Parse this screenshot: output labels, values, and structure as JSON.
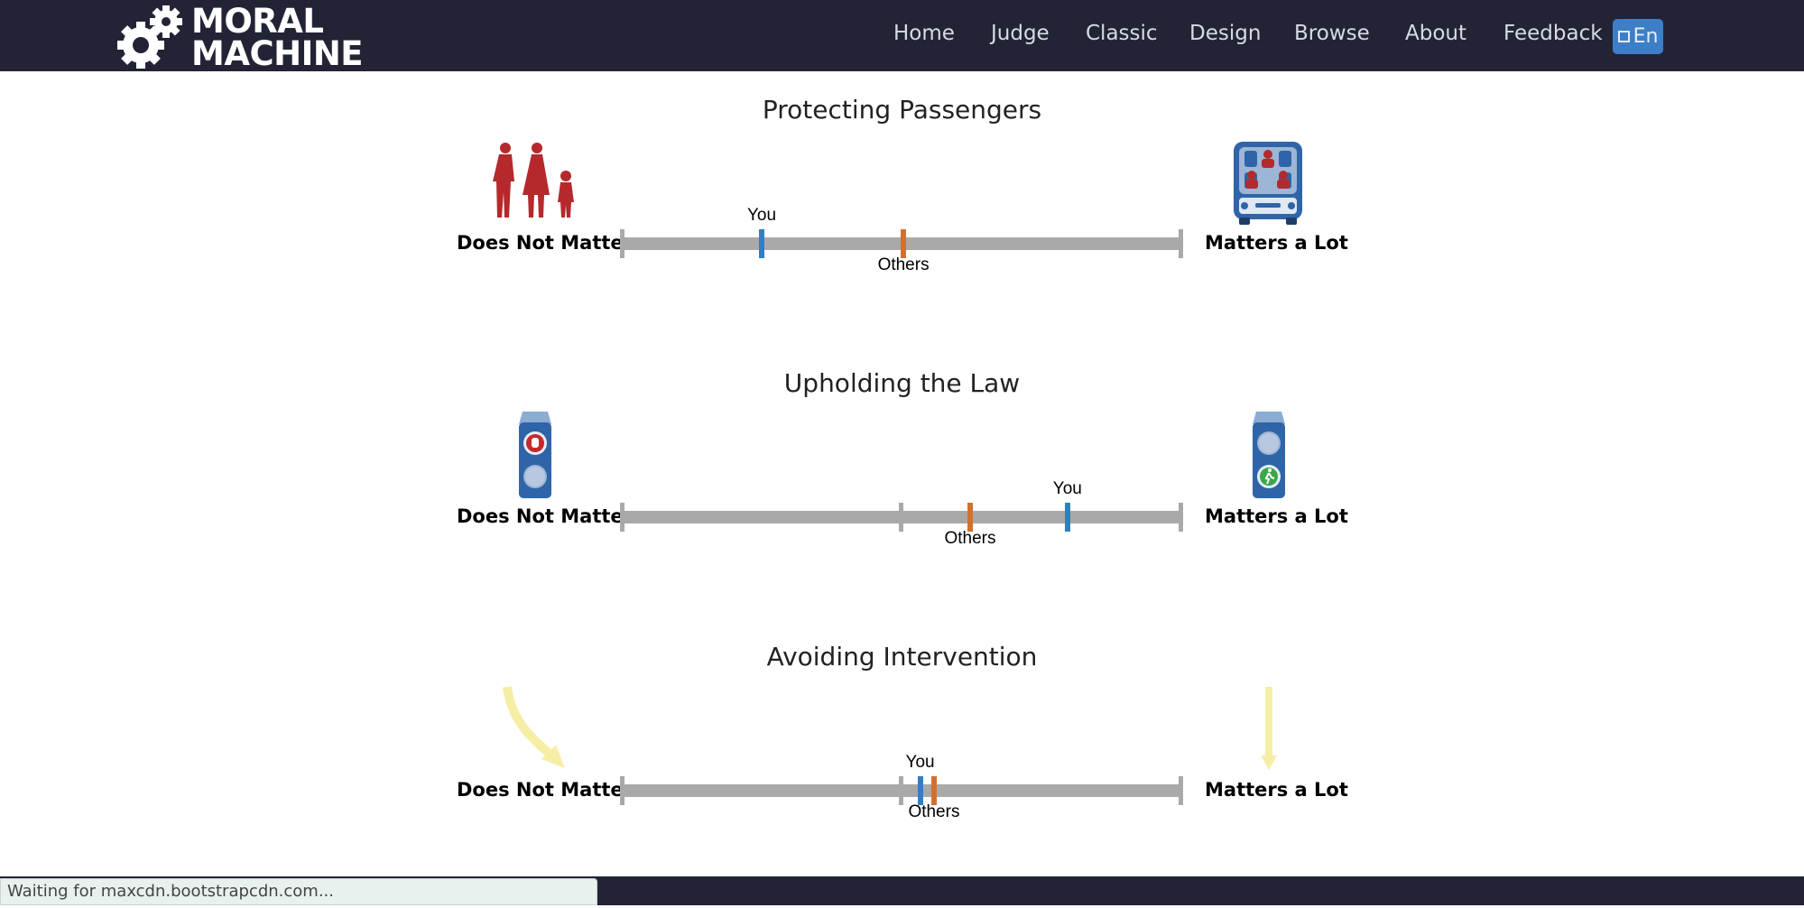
{
  "navbar": {
    "brand_line1": "MORAL",
    "brand_line2": "MACHINE",
    "links": [
      "Home",
      "Judge",
      "Classic",
      "Design",
      "Browse",
      "About",
      "Feedback"
    ],
    "language": "En"
  },
  "sections": [
    {
      "title": "Protecting Passengers",
      "left_label": "Does Not Matter",
      "right_label": "Matters a Lot",
      "you_label": "You",
      "others_label": "Others",
      "you_value": 0.25,
      "others_value": 0.505,
      "left_icon": "pedestrians-family-icon",
      "right_icon": "car-passengers-icon"
    },
    {
      "title": "Upholding the Law",
      "left_label": "Does Not Matter",
      "right_label": "Matters a Lot",
      "you_label": "You",
      "others_label": "Others",
      "you_value": 0.8,
      "others_value": 0.625,
      "left_icon": "red-signal-stop-icon",
      "right_icon": "green-signal-walk-icon"
    },
    {
      "title": "Avoiding Intervention",
      "left_label": "Does Not Matter",
      "right_label": "Matters a Lot",
      "you_label": "You",
      "others_label": "Others",
      "you_value": 0.535,
      "others_value": 0.56,
      "left_icon": "swerve-arrow-icon",
      "right_icon": "straight-arrow-icon"
    }
  ],
  "status": {
    "text": "Waiting for maxcdn.bootstrapcdn.com..."
  },
  "colors": {
    "navbar": "#222436",
    "you_marker": "#2f7fc8",
    "others_marker": "#d2712f",
    "track": "#a9a9a9",
    "language_button": "#3c7fc6"
  }
}
